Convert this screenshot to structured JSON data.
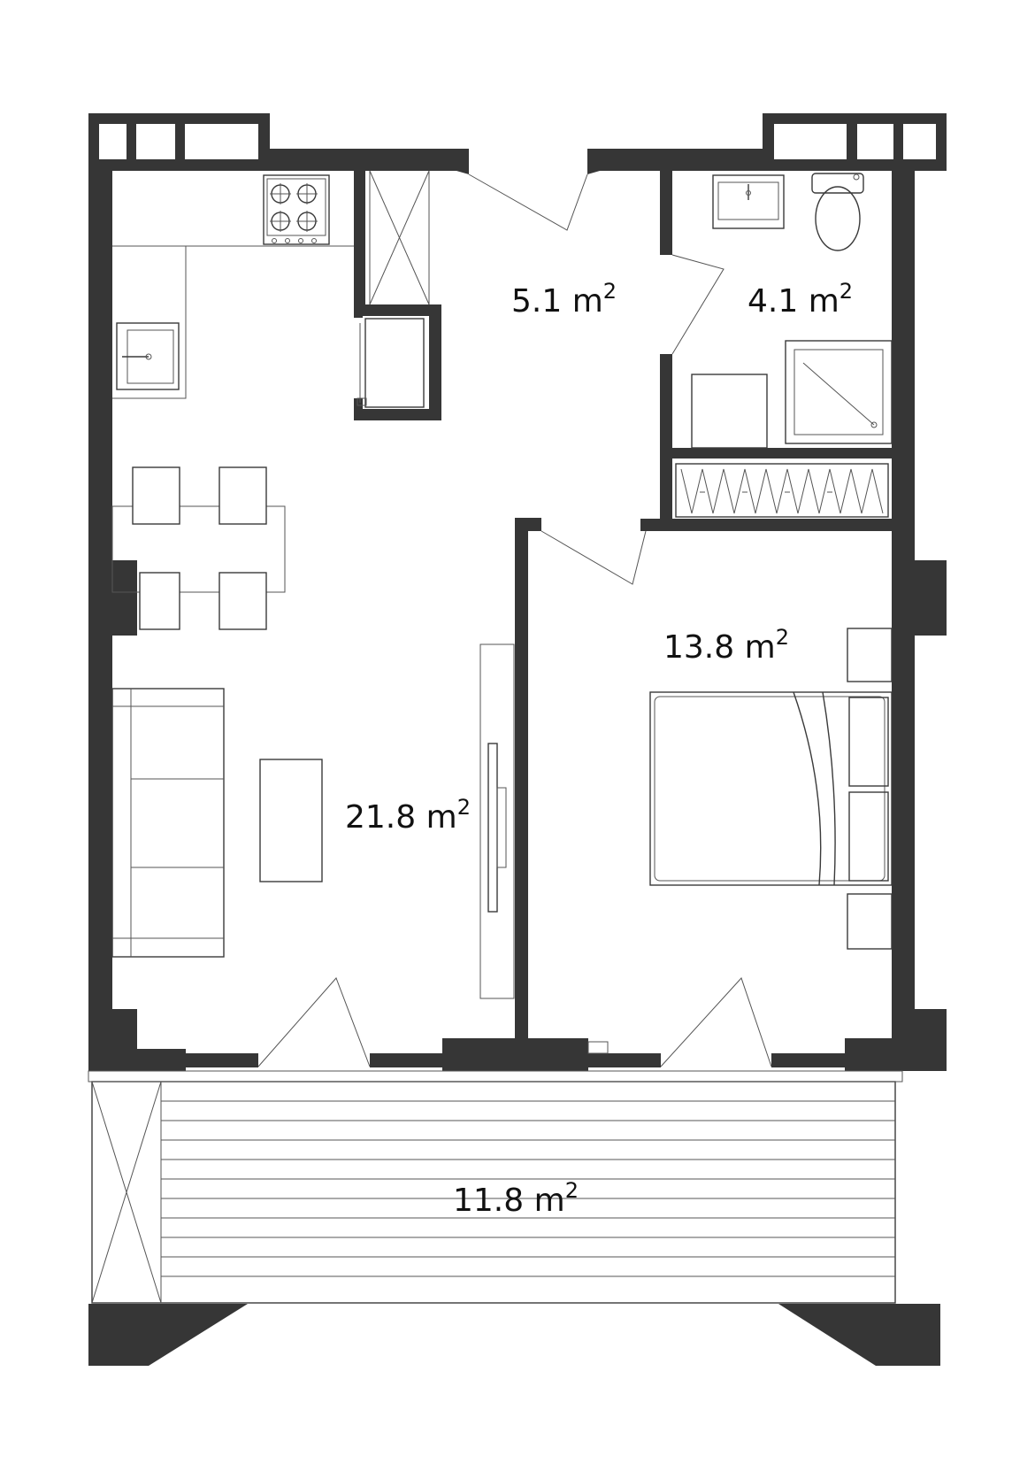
{
  "rooms": [
    {
      "id": "hall",
      "area": "5.1",
      "unit": "m",
      "exponent": "2"
    },
    {
      "id": "bathroom",
      "area": "4.1",
      "unit": "m",
      "exponent": "2"
    },
    {
      "id": "bedroom",
      "area": "13.8",
      "unit": "m",
      "exponent": "2"
    },
    {
      "id": "living-kitchen",
      "area": "21.8",
      "unit": "m",
      "exponent": "2"
    },
    {
      "id": "terrace",
      "area": "11.8",
      "unit": "m",
      "exponent": "2"
    }
  ],
  "colors": {
    "wall": "#363636",
    "line": "#3a3a3a",
    "background": "#ffffff"
  }
}
